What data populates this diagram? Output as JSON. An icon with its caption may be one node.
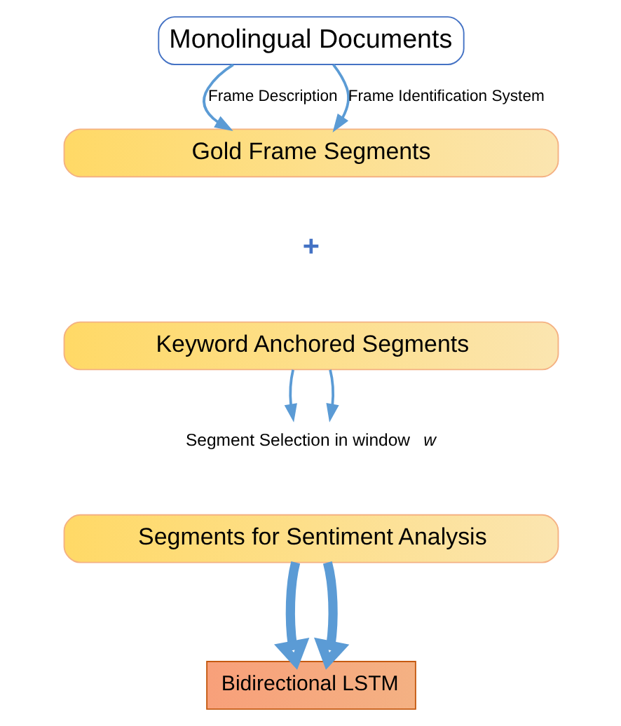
{
  "diagram": {
    "nodes": [
      {
        "text": [
          "Monolingual Documents"
        ]
      },
      {
        "text": [
          "Gold Frame Segments"
        ]
      },
      {
        "text": [
          "Keyword Anchored Segments"
        ]
      },
      {
        "text": [
          "Segment Selection in window *w*"
        ]
      },
      {
        "text": [
          "Segments for Sentiment Analysis"
        ]
      },
      {
        "text": [
          "Bidirectional LSTM"
        ]
      }
    ],
    "edges": [
      {
        "from": 0,
        "to": 1,
        "arrow": "to",
        "label": "Frame Description"
      },
      {
        "from": 0,
        "to": 1,
        "arrow": "to",
        "label": "Frame Identification System"
      },
      {
        "from": 2,
        "to": 3,
        "arrow": "to"
      },
      {
        "from": 2,
        "to": 3,
        "arrow": "to"
      },
      {
        "from": 4,
        "to": 5,
        "arrow": "to",
        "style": "thick"
      },
      {
        "from": 4,
        "to": 5,
        "arrow": "to",
        "style": "thick"
      }
    ],
    "labels": [
      "+"
    ]
  }
}
